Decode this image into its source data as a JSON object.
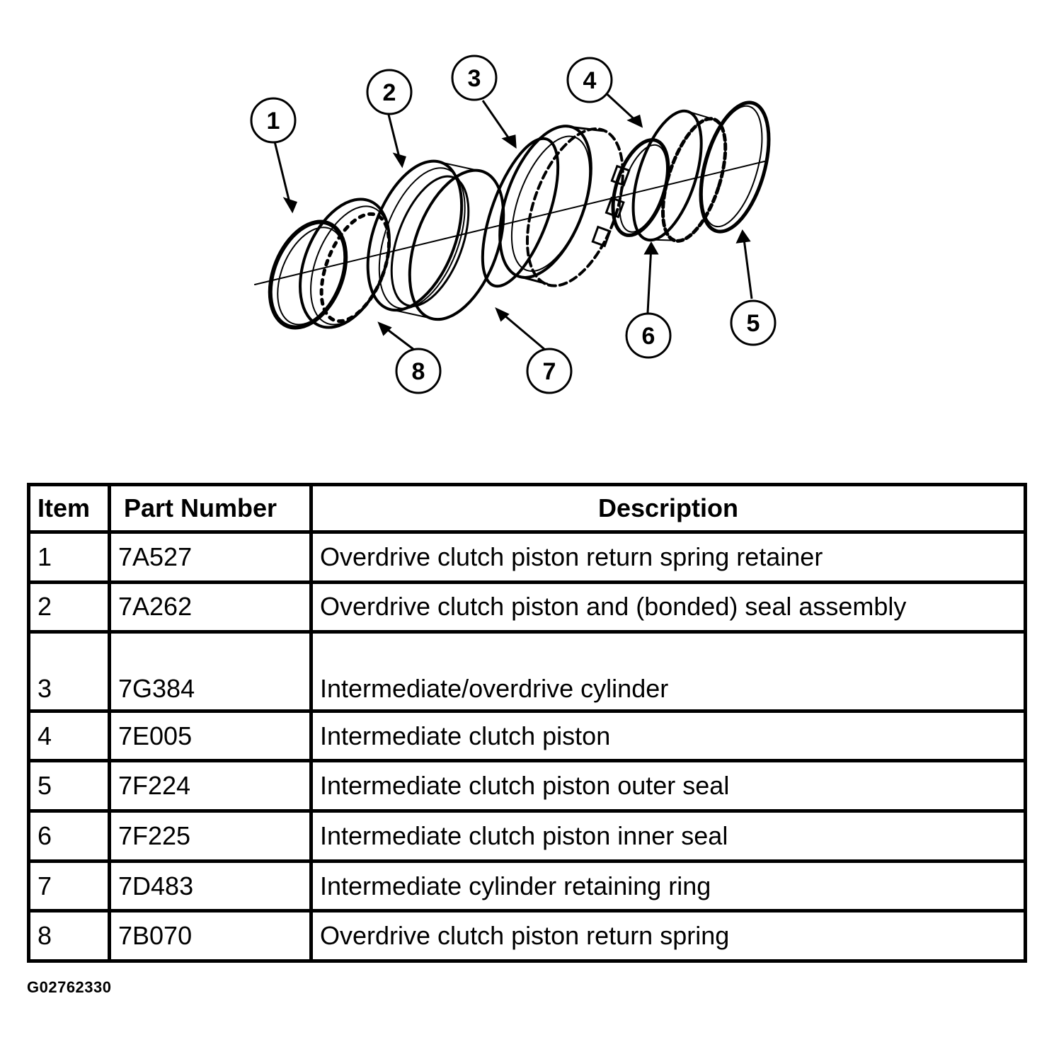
{
  "figure": {
    "callouts": [
      "1",
      "2",
      "3",
      "4",
      "5",
      "6",
      "7",
      "8"
    ]
  },
  "table": {
    "headers": {
      "item": "Item",
      "part_number": "Part Number",
      "description": "Description"
    },
    "rows": [
      {
        "item": "1",
        "part_number": "7A527",
        "description": "Overdrive clutch piston return spring retainer"
      },
      {
        "item": "2",
        "part_number": "7A262",
        "description": "Overdrive clutch piston and (bonded) seal assembly"
      },
      {
        "item": "3",
        "part_number": "7G384",
        "description": "Intermediate/overdrive cylinder"
      },
      {
        "item": "4",
        "part_number": "7E005",
        "description": "Intermediate clutch piston"
      },
      {
        "item": "5",
        "part_number": "7F224",
        "description": "Intermediate clutch piston outer seal"
      },
      {
        "item": "6",
        "part_number": "7F225",
        "description": "Intermediate clutch piston inner seal"
      },
      {
        "item": "7",
        "part_number": "7D483",
        "description": "Intermediate cylinder retaining ring"
      },
      {
        "item": "8",
        "part_number": "7B070",
        "description": "Overdrive clutch piston return spring"
      }
    ]
  },
  "figure_id": "G02762330"
}
